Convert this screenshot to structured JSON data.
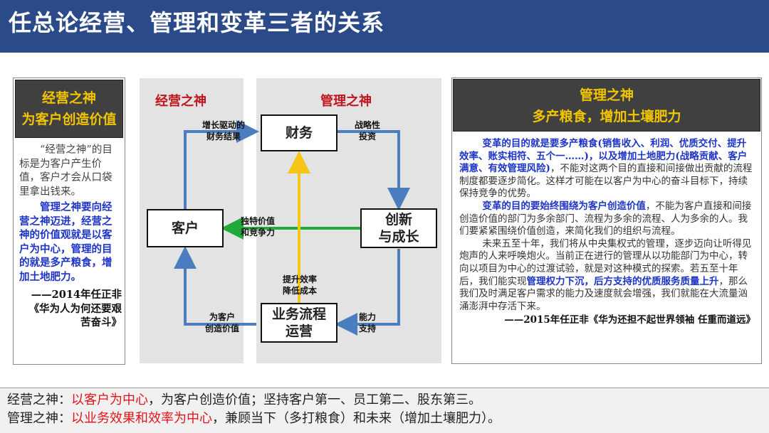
{
  "title": "任总论经营、管理和变革三者的关系",
  "left_panel": {
    "heading_line1": "经营之神",
    "heading_line2": "为客户创造价值",
    "quote": "“经营之神”的目标是为客户产生价值，客户才会从口袋里拿出钱来。",
    "emphasis": "管理之神要向经营之神迈进，经营之神的价值观就是以客户为中心，管理的目的就是多产粮食，增加土地肥力。",
    "citation": "——2014年任正非《华为人为何还要艰苦奋斗》"
  },
  "diagram": {
    "left_label": "经营之神",
    "right_label": "管理之神",
    "nodes": {
      "finance": "财务",
      "customer": "客户",
      "innovation_line1": "创新",
      "innovation_line2": "与成长",
      "process_line1": "业务流程",
      "process_line2": "运营"
    },
    "edges": {
      "growth_line1": "增长驱动的",
      "growth_line2": "财务结果",
      "strategic_line1": "战略性",
      "strategic_line2": "投资",
      "unique_line1": "独特价值",
      "unique_line2": "和竞争力",
      "efficiency_line1": "提升效率",
      "efficiency_line2": "降低成本",
      "value_line1": "为客户",
      "value_line2": "创造价值",
      "capability_line1": "能力",
      "capability_line2": "支持"
    },
    "colors": {
      "blue_arrow": "#4a7ec0",
      "green_arrow": "#1faa3a",
      "yellow_arrow": "#f5c518"
    }
  },
  "right_panel": {
    "heading_line1": "管理之神",
    "heading_line2": "多产粮食，增加土壤肥力",
    "p1_bold": "变革的目的就是要多产粮食(销售收入、利润、优质交付、提升效率、账实相符、五个一……)，以及增加土地肥力(战略贡献、客户满意、有效管理风险)",
    "p1_rest": "，不能对这两个目的直接和间接做出贡献的流程制度都要逐步简化。这样才可能在以客户为中心的奋斗目标下，持续保持竞争的优势。",
    "p2_bold": "变革的目的要始终围绕为客户创造价值",
    "p2_rest": "，不能为客户直接和间接创造价值的部门为多余部门、流程为多余的流程、人为多余的人。我们要紧紧围绕价值创造，来简化我们的组织与流程。",
    "p3_a": "未来五至十年，我们将从中央集权式的管理，逐步迈向让听得见炮声的人来呼唤炮火。当前正在进行的管理从以功能部门为中心，转向以项目为中心的过渡试验，就是对这种模式的探索。若五至十年后，我们能实现",
    "p3_bold": "管理权力下沉，后方支持的优质服务质量上升",
    "p3_b": "，那么我们及时满足客户需求的能力及速度就会增强，我们就能在大流量汹涌澎湃中存活下来。",
    "citation": "——2015年任正非《华为还担不起世界领袖 任重而道远》"
  },
  "bottom": {
    "line1_prefix": "经营之神：",
    "line1_highlight": "以客户为中心",
    "line1_rest": "，为客户创造价值；坚持客户第一、员工第二、股东第三。",
    "line2_prefix": "管理之神：",
    "line2_highlight": "以业务效果和效率为中心",
    "line2_rest": "，兼顾当下（多打粮食）和未来（增加土壤肥力）。"
  }
}
